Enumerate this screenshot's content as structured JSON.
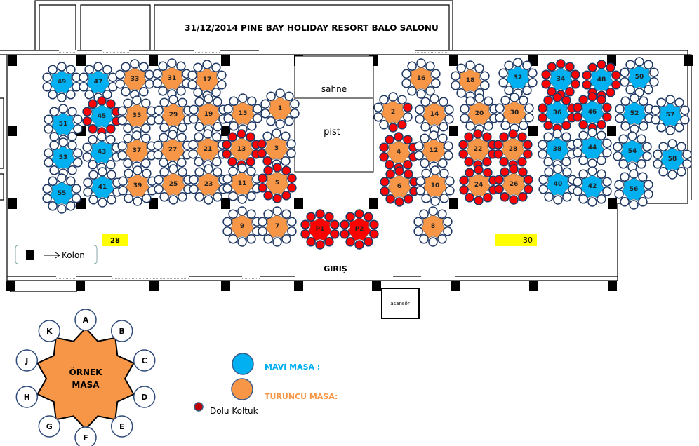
{
  "title": "31/12/2014 PINE BAY HOLIDAY RESORT BALO SALONU",
  "stage": {
    "sahne": "sahne",
    "pist": "pist"
  },
  "entrance": "GIRIŞ",
  "elevator": "asansör",
  "markers": [
    {
      "label": "28",
      "color": "#ffff00"
    },
    {
      "label": "30",
      "color": "#ffff00"
    }
  ],
  "column_legend": {
    "icon": "column-icon",
    "label": "Kolon"
  },
  "colors": {
    "blue": "#00b0f0",
    "orange": "#f79646",
    "red": "#ff0000",
    "seat_border": "#1f3864"
  },
  "seats_per_table": 10,
  "tables": [
    {
      "id": "49",
      "color": "blue",
      "occupied": []
    },
    {
      "id": "47",
      "color": "blue",
      "occupied": []
    },
    {
      "id": "33",
      "color": "orange",
      "occupied": []
    },
    {
      "id": "31",
      "color": "orange",
      "occupied": []
    },
    {
      "id": "17",
      "color": "orange",
      "occupied": []
    },
    {
      "id": "51",
      "color": "blue",
      "occupied": []
    },
    {
      "id": "45",
      "color": "blue",
      "occupied": "all"
    },
    {
      "id": "35",
      "color": "orange",
      "occupied": []
    },
    {
      "id": "29",
      "color": "orange",
      "occupied": []
    },
    {
      "id": "19",
      "color": "orange",
      "occupied": []
    },
    {
      "id": "15",
      "color": "orange",
      "occupied": []
    },
    {
      "id": "1",
      "color": "orange",
      "occupied": []
    },
    {
      "id": "53",
      "color": "blue",
      "occupied": []
    },
    {
      "id": "43",
      "color": "blue",
      "occupied": []
    },
    {
      "id": "37",
      "color": "orange",
      "occupied": []
    },
    {
      "id": "27",
      "color": "orange",
      "occupied": []
    },
    {
      "id": "21",
      "color": "orange",
      "occupied": []
    },
    {
      "id": "13",
      "color": "orange",
      "occupied": "all"
    },
    {
      "id": "3",
      "color": "orange",
      "occupied": [
        6,
        7,
        8
      ]
    },
    {
      "id": "55",
      "color": "blue",
      "occupied": []
    },
    {
      "id": "41",
      "color": "blue",
      "occupied": []
    },
    {
      "id": "39",
      "color": "orange",
      "occupied": []
    },
    {
      "id": "25",
      "color": "orange",
      "occupied": []
    },
    {
      "id": "23",
      "color": "orange",
      "occupied": []
    },
    {
      "id": "11",
      "color": "orange",
      "occupied": []
    },
    {
      "id": "5",
      "color": "orange",
      "occupied": "all"
    },
    {
      "id": "9",
      "color": "orange",
      "occupied": []
    },
    {
      "id": "7",
      "color": "orange",
      "occupied": []
    },
    {
      "id": "P1",
      "color": "red",
      "occupied": "all"
    },
    {
      "id": "P2",
      "color": "red",
      "occupied": "all"
    },
    {
      "id": "8",
      "color": "orange",
      "occupied": []
    },
    {
      "id": "16",
      "color": "orange",
      "occupied": []
    },
    {
      "id": "18",
      "color": "orange",
      "occupied": []
    },
    {
      "id": "32",
      "color": "blue",
      "occupied": []
    },
    {
      "id": "34",
      "color": "blue",
      "occupied": "all"
    },
    {
      "id": "48",
      "color": "blue",
      "occupied": "all"
    },
    {
      "id": "50",
      "color": "blue",
      "occupied": []
    },
    {
      "id": "2",
      "color": "orange",
      "occupied": [
        2,
        4,
        5
      ]
    },
    {
      "id": "14",
      "color": "orange",
      "occupied": []
    },
    {
      "id": "20",
      "color": "orange",
      "occupied": []
    },
    {
      "id": "30",
      "color": "orange",
      "occupied": []
    },
    {
      "id": "36",
      "color": "blue",
      "occupied": "all"
    },
    {
      "id": "46",
      "color": "blue",
      "occupied": "all"
    },
    {
      "id": "52",
      "color": "blue",
      "occupied": []
    },
    {
      "id": "57",
      "color": "blue",
      "occupied": []
    },
    {
      "id": "4",
      "color": "orange",
      "occupied": "all"
    },
    {
      "id": "12",
      "color": "orange",
      "occupied": []
    },
    {
      "id": "22",
      "color": "orange",
      "occupied": "all"
    },
    {
      "id": "28",
      "color": "orange",
      "occupied": "all"
    },
    {
      "id": "38",
      "color": "blue",
      "occupied": []
    },
    {
      "id": "44",
      "color": "blue",
      "occupied": []
    },
    {
      "id": "54",
      "color": "blue",
      "occupied": []
    },
    {
      "id": "58",
      "color": "blue",
      "occupied": []
    },
    {
      "id": "6",
      "color": "orange",
      "occupied": "all"
    },
    {
      "id": "10",
      "color": "orange",
      "occupied": []
    },
    {
      "id": "24",
      "color": "orange",
      "occupied": "all"
    },
    {
      "id": "26",
      "color": "orange",
      "occupied": "all"
    },
    {
      "id": "40",
      "color": "blue",
      "occupied": []
    },
    {
      "id": "42",
      "color": "blue",
      "occupied": []
    },
    {
      "id": "56",
      "color": "blue",
      "occupied": []
    }
  ],
  "example_table": {
    "label_line1": "ÖRNEK",
    "label_line2": "MASA",
    "seats": [
      "A",
      "B",
      "C",
      "D",
      "E",
      "F",
      "G",
      "H",
      "J",
      "K"
    ]
  },
  "legend": {
    "blue_label": "MAVİ MASA :",
    "orange_label": "TURUNCU MASA:",
    "occupied_label": "Dolu Koltuk",
    "blue_text_color": "#00b0f0",
    "orange_text_color": "#f79646"
  }
}
